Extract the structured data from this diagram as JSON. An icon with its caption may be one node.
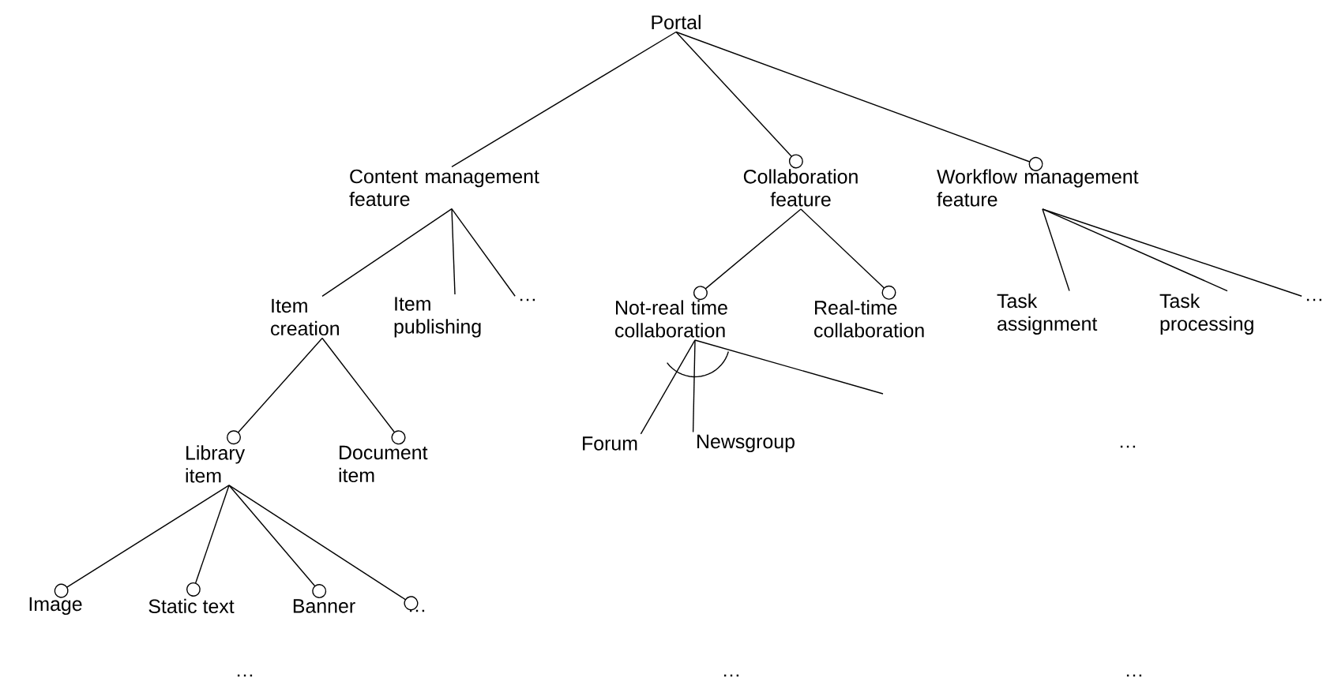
{
  "diagram": {
    "nodes": [
      {
        "text": [
          "Portal"
        ]
      },
      {
        "text": [
          "Content management feature"
        ]
      },
      {
        "text": [
          "Collaboration feature"
        ]
      },
      {
        "text": [
          "Workflow management feature"
        ]
      },
      {
        "text": [
          "Item creation"
        ]
      },
      {
        "text": [
          "Item publishing"
        ]
      },
      {
        "text": [
          "…"
        ]
      },
      {
        "text": [
          "Not-real time collaboration"
        ]
      },
      {
        "text": [
          "Real-time collaboration"
        ]
      },
      {
        "text": [
          "Task assignment"
        ]
      },
      {
        "text": [
          "Task processing"
        ]
      },
      {
        "text": [
          "…"
        ]
      },
      {
        "text": [
          "Library item"
        ]
      },
      {
        "text": [
          "Document item"
        ]
      },
      {
        "text": [
          "Forum"
        ]
      },
      {
        "text": [
          "Newsgroup"
        ]
      },
      {
        "text": [
          "Image"
        ]
      },
      {
        "text": [
          "Static text"
        ]
      },
      {
        "text": [
          "Banner"
        ]
      },
      {
        "text": [
          "…"
        ]
      }
    ],
    "edges": [
      {
        "from": 0,
        "to": 1,
        "arrow": "none"
      },
      {
        "from": 0,
        "to": 2,
        "arrow": "other"
      },
      {
        "from": 0,
        "to": 3,
        "arrow": "other"
      },
      {
        "from": 1,
        "to": 4,
        "arrow": "none"
      },
      {
        "from": 1,
        "to": 5,
        "arrow": "none"
      },
      {
        "from": 1,
        "to": 6,
        "arrow": "none"
      },
      {
        "from": 2,
        "to": 7,
        "arrow": "other"
      },
      {
        "from": 2,
        "to": 8,
        "arrow": "other"
      },
      {
        "from": 3,
        "to": 9,
        "arrow": "none"
      },
      {
        "from": 3,
        "to": 10,
        "arrow": "none"
      },
      {
        "from": 3,
        "to": 11,
        "arrow": "none"
      },
      {
        "from": 4,
        "to": 12,
        "arrow": "other"
      },
      {
        "from": 4,
        "to": 13,
        "arrow": "other"
      },
      {
        "from": 7,
        "to": 14,
        "arrow": "none"
      },
      {
        "from": 7,
        "to": 15,
        "arrow": "none"
      },
      {
        "from": 7,
        "to": null,
        "arrow": "none"
      },
      {
        "from": 12,
        "to": 16,
        "arrow": "other"
      },
      {
        "from": 12,
        "to": 17,
        "arrow": "other"
      },
      {
        "from": 12,
        "to": 18,
        "arrow": "other"
      },
      {
        "from": 12,
        "to": 19,
        "arrow": "other"
      }
    ],
    "labels": [
      "…",
      "…",
      "…",
      "…"
    ]
  }
}
